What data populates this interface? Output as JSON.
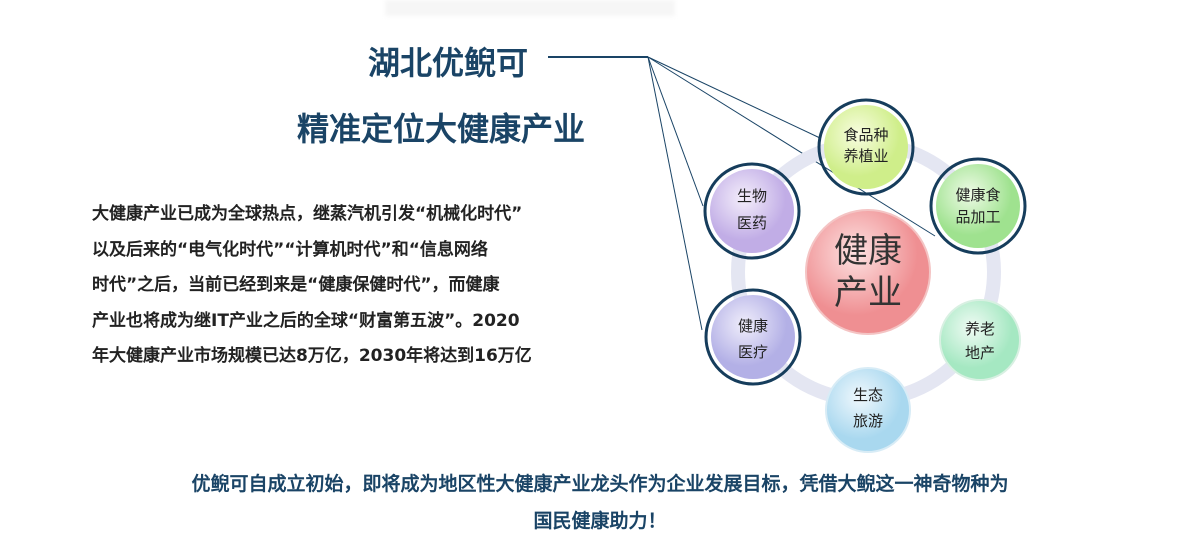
{
  "title": {
    "line1": "湖北优鲵可",
    "line2": "精准定位大健康产业"
  },
  "paragraph": [
    "大健康产业已成为全球热点，继蒸汽机引发“机械化时代”",
    "以及后来的“电气化时代”“计算机时代”和“信息网络",
    "时代”之后，当前已经到来是“健康保健时代”，而健康",
    "产业也将成为继IT产业之后的全球“财富第五波”。2020",
    "年大健康产业市场规模已达8万亿，2030年将达到16万亿"
  ],
  "diagram": {
    "center": [
      "健康",
      "产业"
    ],
    "nodes": [
      {
        "id": "food-planting",
        "lines": [
          "食品种",
          "养植业"
        ],
        "highlighted": true
      },
      {
        "id": "health-food",
        "lines": [
          "健康食",
          "品加工"
        ],
        "highlighted": true
      },
      {
        "id": "elderly-realestate",
        "lines": [
          "养老",
          "地产"
        ],
        "highlighted": false
      },
      {
        "id": "eco-tourism",
        "lines": [
          "生态",
          "旅游"
        ],
        "highlighted": false
      },
      {
        "id": "health-medical",
        "lines": [
          "健康",
          "医疗"
        ],
        "highlighted": true
      },
      {
        "id": "bio-medicine",
        "lines": [
          "生物",
          "医药"
        ],
        "highlighted": true
      }
    ]
  },
  "footer": [
    "优鲵可自成立初始，即将成为地区性大健康产业龙头作为企业发展目标，凭借大鲵这一神奇物种为",
    "国民健康助力！"
  ],
  "colors": {
    "title": "#1a4466",
    "highlight_ring": "#163d5c"
  }
}
